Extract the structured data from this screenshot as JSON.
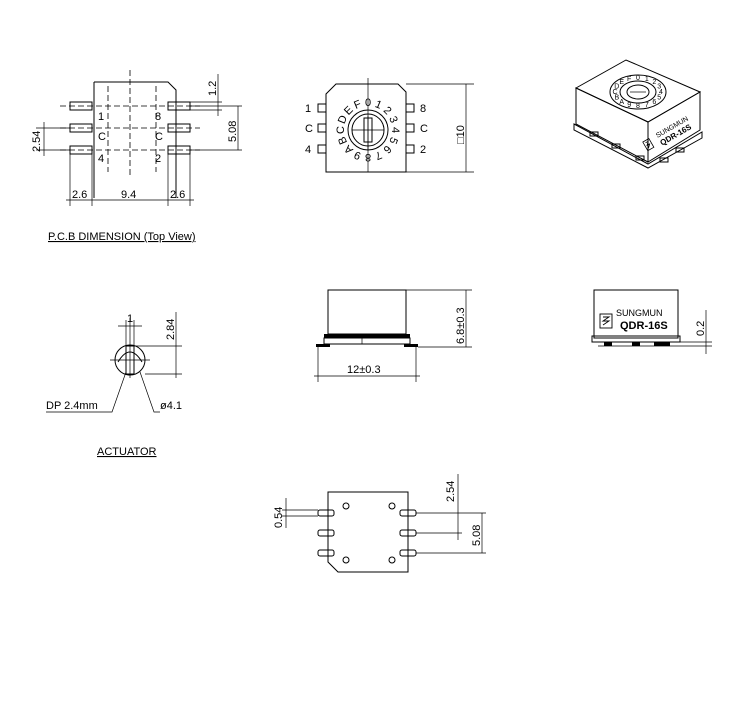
{
  "pcb_view": {
    "pin_labels": [
      "1",
      "C",
      "4",
      "8",
      "C",
      "2"
    ],
    "dims": {
      "pitch": "2.54",
      "pad_span": "5.08",
      "pad_width": "1.2",
      "edge_left": "2.6",
      "center": "9.4",
      "edge_right": "2.6"
    },
    "caption": "P.C.B DIMENSION (Top View)"
  },
  "top_view": {
    "left_pins": [
      "1",
      "C",
      "4"
    ],
    "right_pins": [
      "8",
      "C",
      "2"
    ],
    "dial_chars": [
      "0",
      "1",
      "2",
      "3",
      "4",
      "5",
      "6",
      "7",
      "8",
      "9",
      "A",
      "B",
      "C",
      "D",
      "E",
      "F"
    ],
    "size_label": "□10"
  },
  "iso_view": {
    "brand": "SUNGMUN",
    "model": "QDR-16S"
  },
  "actuator": {
    "dims": {
      "slot_width": "1",
      "height": "2.84"
    },
    "dp_label": "DP 2.4mm",
    "dia_label": "ø4.1",
    "caption": "ACTUATOR"
  },
  "side_view": {
    "width_label": "12±0.3",
    "height_label": "6.8±0.3"
  },
  "side_view_2": {
    "brand": "SUNGMUN",
    "model": "QDR-16S",
    "standoff_label": "0.2"
  },
  "bottom_view": {
    "dims": {
      "pin_thickness": "0.54",
      "pitch": "2.54",
      "span": "5.08"
    }
  }
}
